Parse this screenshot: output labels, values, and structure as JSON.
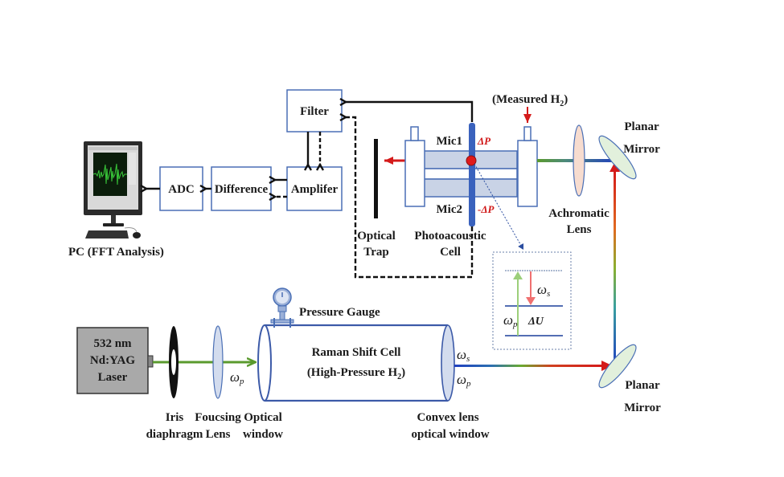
{
  "diagram": {
    "components": {
      "filter": "Filter",
      "amplifier": "Amplifer",
      "difference": "Difference",
      "adc": "ADC",
      "pc": "PC (FFT Analysis)",
      "measured_gas": "(Measured H",
      "measured_gas_sub": "2",
      "measured_gas_close": ")",
      "mic1": "Mic1",
      "mic2": "Mic2",
      "delta_p_pos": "ΔP",
      "delta_p_neg": "-ΔP",
      "optical_trap_line1": "Optical",
      "optical_trap_line2": "Trap",
      "pa_cell_line1": "Photoacoustic",
      "pa_cell_line2": "Cell",
      "achromatic_line1": "Achromatic",
      "achromatic_line2": "Lens",
      "mirror_top_line1": "Planar",
      "mirror_top_line2": "Mirror",
      "mirror_bottom_line1": "Planar",
      "mirror_bottom_line2": "Mirror",
      "laser_line1": "532 nm",
      "laser_line2": "Nd:YAG",
      "laser_line3": "Laser",
      "iris_line1": "Iris",
      "iris_line2": "diaphragm",
      "focusing_line1": "Foucsing",
      "focusing_line2": "Lens",
      "optical_window_line1": "Optical",
      "optical_window_line2": "window",
      "pressure_gauge": "Pressure Gauge",
      "raman_cell_line1": "Raman Shift Cell",
      "raman_cell_line2": "(High-Pressure H",
      "raman_cell_line2_sub": "2",
      "raman_cell_line2_close": ")",
      "convex_line1": "Convex lens",
      "convex_line2": "optical window"
    },
    "symbols": {
      "omega": "ω",
      "omega_p_sub": "p",
      "omega_s_sub": "s",
      "delta_u": "ΔU"
    },
    "colors": {
      "box_stroke": "#4a6fb5",
      "cell_fill": "#c9d3e6",
      "laser_green": "#5a9a2e",
      "beam_blue": "#1f3fbf",
      "beam_red": "#d41a1a",
      "laser_body": "#a9a9a9",
      "mirror_fill": "#e2f0dc",
      "lens_fill": "#f7dccf",
      "focus_lens_fill": "#d3dcee"
    }
  }
}
